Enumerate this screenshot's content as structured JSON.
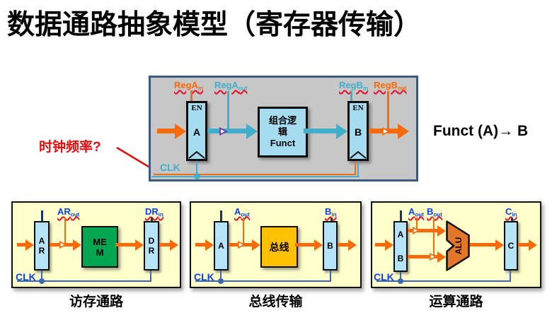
{
  "title": "数据通路抽象模型（寄存器传输）",
  "annotation": "时钟频率?",
  "main": {
    "labels": {
      "rega_in": {
        "base": "RegA",
        "sub": "in"
      },
      "rega_out": {
        "base": "RegA",
        "sub": "out"
      },
      "regb_in": {
        "base": "RegB",
        "sub": "in"
      },
      "regb_out": {
        "base": "RegB",
        "sub": "out"
      }
    },
    "clk": "CLK",
    "reg_a": {
      "en": "EN",
      "name": "A"
    },
    "reg_b": {
      "en": "EN",
      "name": "B"
    },
    "funct": {
      "lines": [
        "组合逻",
        "辑",
        "Funct"
      ]
    },
    "result": "Funct (A)→ B"
  },
  "panels": [
    {
      "caption": "访存通路",
      "clk": "CLK",
      "reg_left": {
        "letters": [
          "A",
          "R"
        ]
      },
      "reg_right": {
        "letters": [
          "D",
          "R"
        ]
      },
      "label_out": {
        "base": "AR",
        "sub": "out"
      },
      "label_in": {
        "base": "DR",
        "sub": "in"
      },
      "center": {
        "lines": [
          "ME",
          "M"
        ]
      }
    },
    {
      "caption": "总线传输",
      "clk": "CLK",
      "reg_left": {
        "letters": [
          "A"
        ]
      },
      "reg_right": {
        "letters": [
          "B"
        ]
      },
      "label_out": {
        "base": "A",
        "sub": "out"
      },
      "label_in": {
        "base": "B",
        "sub": "in"
      },
      "center": {
        "lines": [
          "总线"
        ]
      }
    },
    {
      "caption": "运算通路",
      "clk": "CLK",
      "reg_left": {
        "letters": [
          "A",
          "B"
        ]
      },
      "reg_right": {
        "letters": [
          "C"
        ]
      },
      "label_out": {
        "base": "A",
        "sub": "out"
      },
      "label_out2": {
        "base": "B",
        "sub": "out"
      },
      "label_in": {
        "base": "C",
        "sub": "in"
      },
      "alu": "ALU"
    }
  ],
  "colors": {
    "orange": "#F96A0A",
    "teal": "#41AECC",
    "purple": "#7030A0",
    "red": "#E8112D",
    "register_blue": "#A5DCF0",
    "panel_bg": "#FFFFCC",
    "mem_green": "#00A650",
    "bus_amber": "#FFC000",
    "alu_orange": "#E2762B",
    "label_blue": "#0A43E6",
    "wire_blue": "#3A67B0",
    "navy_stub": "#17375D",
    "gray_box": "#C7C7C7"
  }
}
